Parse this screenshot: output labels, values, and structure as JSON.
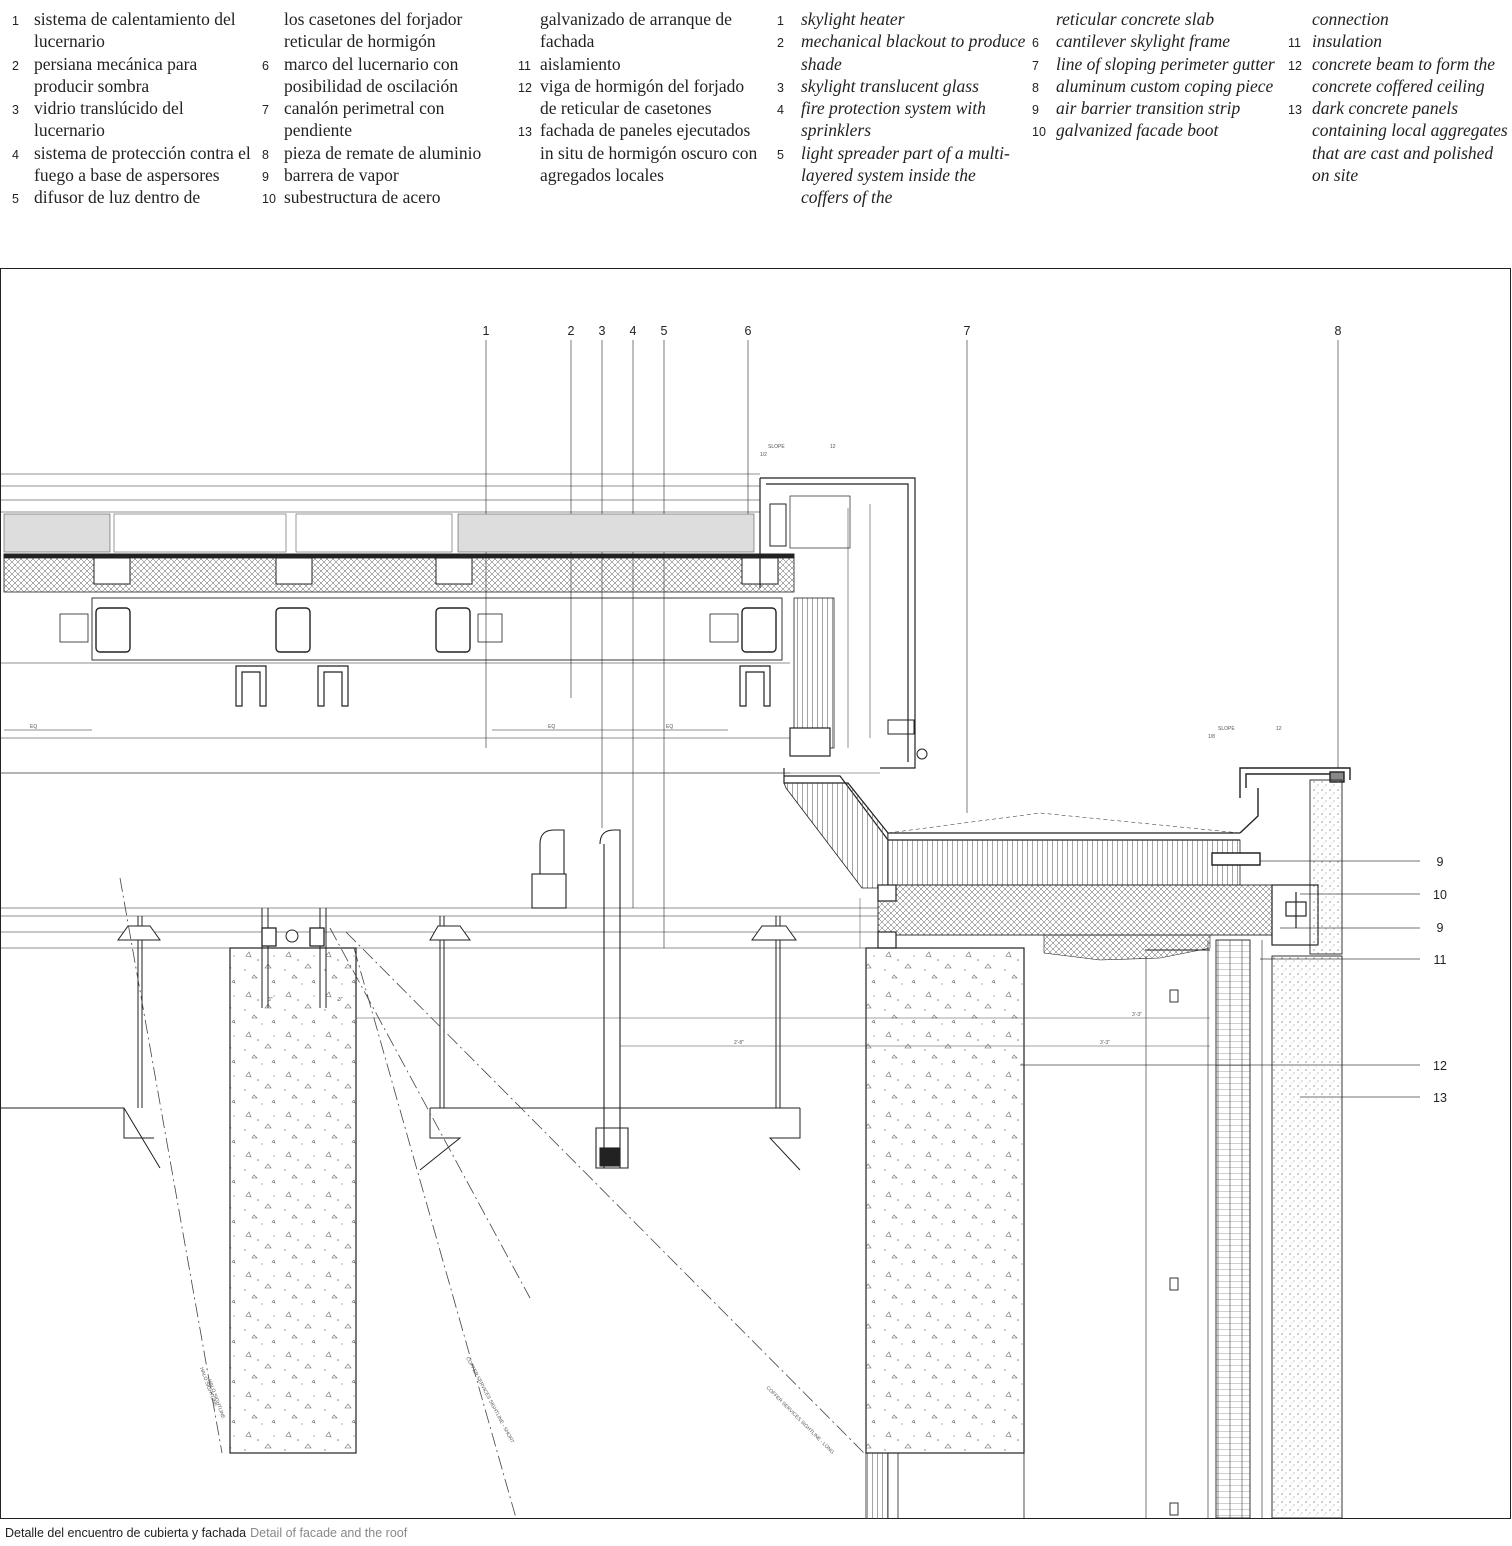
{
  "legend_es": {
    "col1": [
      {
        "n": "1",
        "t": "sistema de calentamiento del lucernario"
      },
      {
        "n": "2",
        "t": "persiana mecánica para producir sombra"
      },
      {
        "n": "3",
        "t": "vidrio translúcido del lucernario"
      },
      {
        "n": "4",
        "t": "sistema de protección contra el fuego a base de aspersores"
      },
      {
        "n": "5",
        "t": "difusor de luz dentro de"
      }
    ],
    "col2_cont": "los casetones del forjador reticular de hormigón",
    "col2": [
      {
        "n": "6",
        "t": "marco del lucernario con posibilidad de oscilación"
      },
      {
        "n": "7",
        "t": "canalón perimetral con pendiente"
      },
      {
        "n": "8",
        "t": "pieza de remate de aluminio"
      },
      {
        "n": "9",
        "t": "barrera de vapor"
      },
      {
        "n": "10",
        "t": "subestructura de acero"
      }
    ],
    "col3_cont": "galvanizado de arranque de fachada",
    "col3": [
      {
        "n": "11",
        "t": "aislamiento"
      },
      {
        "n": "12",
        "t": "viga de hormigón del forjado de reticular de casetones"
      },
      {
        "n": "13",
        "t": "fachada de paneles ejecutados in situ de hormigón oscuro con agregados locales"
      }
    ]
  },
  "legend_en": {
    "col1": [
      {
        "n": "1",
        "t": "skylight heater"
      },
      {
        "n": "2",
        "t": "mechanical blackout to produce shade"
      },
      {
        "n": "3",
        "t": "skylight translucent glass"
      },
      {
        "n": "4",
        "t": "fire protection system with sprinklers"
      },
      {
        "n": "5",
        "t": "light spreader part of a multi-layered system inside the coffers of the"
      }
    ],
    "col2_cont": "reticular concrete slab",
    "col2": [
      {
        "n": "6",
        "t": "cantilever skylight frame"
      },
      {
        "n": "7",
        "t": "line of sloping perimeter gutter"
      },
      {
        "n": "8",
        "t": "aluminum custom coping piece"
      },
      {
        "n": "9",
        "t": "air barrier transition strip"
      },
      {
        "n": "10",
        "t": "galvanized facade boot"
      }
    ],
    "col3_cont": "connection",
    "col3": [
      {
        "n": "11",
        "t": "insulation"
      },
      {
        "n": "12",
        "t": "concrete beam to form the concrete coffered ceiling"
      },
      {
        "n": "13",
        "t": "dark concrete panels containing local aggregates that are cast and polished on site"
      }
    ]
  },
  "callouts": {
    "top": [
      "1",
      "2",
      "3",
      "4",
      "5",
      "6",
      "7",
      "8"
    ],
    "right": [
      "9",
      "10",
      "9",
      "11",
      "12",
      "13"
    ]
  },
  "drawing_notes": {
    "slope_label": "SLOPE",
    "slope_value": "12",
    "slope_rise": "1/2",
    "slope_rise_2": "1/8",
    "eq": "EQ",
    "dim_a": "2'-8\"",
    "dim_b": "3'-3\"",
    "dim_c": "3\"",
    "sightline_1": "HALO SIGHTLINE",
    "sightline_2": "COFFER SERVICES SIGHTLINE - SHORT",
    "sightline_3": "COFFER SERVICES SIGHTLINE - LONG"
  },
  "caption": {
    "es": "Detalle del encuentro de cubierta y fachada",
    "en": "Detail of facade and the roof"
  }
}
